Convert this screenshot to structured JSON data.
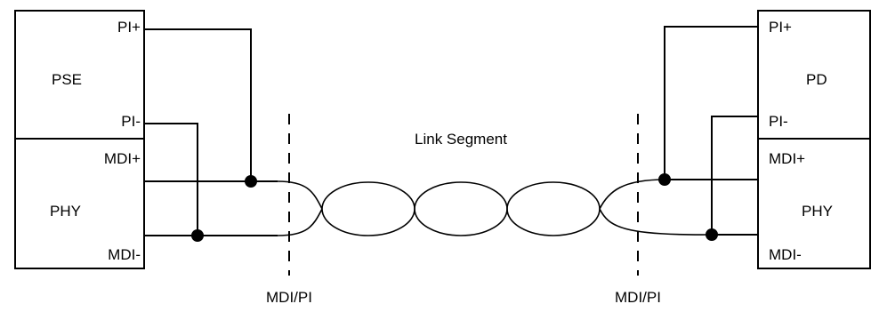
{
  "pse": {
    "label": "PSE",
    "pi_plus": "PI+",
    "pi_minus": "PI-",
    "phy_label": "PHY",
    "mdi_plus": "MDI+",
    "mdi_minus": "MDI-"
  },
  "pd": {
    "label": "PD",
    "pi_plus": "PI+",
    "pi_minus": "PI-",
    "phy_label": "PHY",
    "mdi_plus": "MDI+",
    "mdi_minus": "MDI-"
  },
  "link_segment_label": "Link Segment",
  "mdi_pi_left": "MDI/PI",
  "mdi_pi_right": "MDI/PI"
}
